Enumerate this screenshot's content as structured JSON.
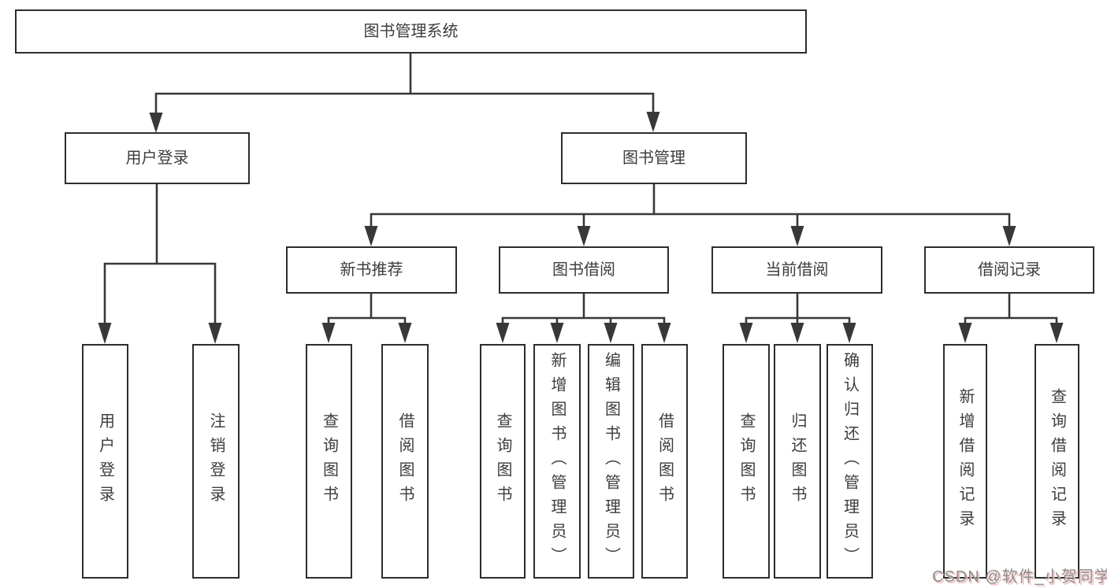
{
  "diagram_title": "图书管理系统",
  "colors": {
    "background": "#ffffff",
    "box_border": "#2d2d2d",
    "connector_line": "#383838",
    "text": "#3d3d3d",
    "watermark_text": "#8d8d8d",
    "watermark_shadow": "#f3bcbc"
  },
  "nodes": {
    "root": {
      "label": "图书管理系统"
    },
    "user_login": {
      "label": "用户登录"
    },
    "book_management": {
      "label": "图书管理"
    },
    "new_book_rec": {
      "label": "新书推荐"
    },
    "book_borrow": {
      "label": "图书借阅"
    },
    "current_borrow": {
      "label": "当前借阅"
    },
    "borrow_records": {
      "label": "借阅记录"
    },
    "leaf_user_login": {
      "label": "用户登录"
    },
    "leaf_logout": {
      "label": "注销登录"
    },
    "leaf_nb_query": {
      "label": "查询图书"
    },
    "leaf_nb_borrow": {
      "label": "借阅图书"
    },
    "leaf_bb_query": {
      "label": "查询图书"
    },
    "leaf_bb_add": {
      "label": "新增图书（管理员）"
    },
    "leaf_bb_edit": {
      "label": "编辑图书（管理员）"
    },
    "leaf_bb_borrow": {
      "label": "借阅图书"
    },
    "leaf_cb_query": {
      "label": "查询图书"
    },
    "leaf_cb_return": {
      "label": "归还图书"
    },
    "leaf_cb_confirm": {
      "label": "确认归还（管理员）"
    },
    "leaf_br_add": {
      "label": "新增借阅记录"
    },
    "leaf_br_query": {
      "label": "查询借阅记录"
    }
  },
  "hierarchy": {
    "root": "图书管理系统",
    "children": [
      {
        "label": "用户登录",
        "children": [
          "用户登录",
          "注销登录"
        ]
      },
      {
        "label": "图书管理",
        "children": [
          {
            "label": "新书推荐",
            "children": [
              "查询图书",
              "借阅图书"
            ]
          },
          {
            "label": "图书借阅",
            "children": [
              "查询图书",
              "新增图书（管理员）",
              "编辑图书（管理员）",
              "借阅图书"
            ]
          },
          {
            "label": "当前借阅",
            "children": [
              "查询图书",
              "归还图书",
              "确认归还（管理员）"
            ]
          },
          {
            "label": "借阅记录",
            "children": [
              "新增借阅记录",
              "查询借阅记录"
            ]
          }
        ]
      }
    ]
  },
  "watermark": {
    "text": "CSDN @软件_小贺同学"
  }
}
